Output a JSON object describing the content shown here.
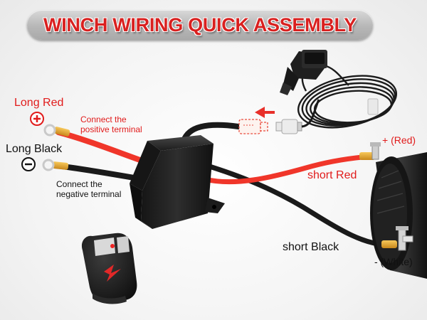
{
  "title": "WINCH WIRING QUICK ASSEMBLY",
  "labels": {
    "long_red": "Long Red",
    "long_black": "Long Black",
    "connect_positive_line1": "Connect the",
    "connect_positive_line2": "positive terminal",
    "connect_negative_line1": "Connect the",
    "connect_negative_line2": "negative terminal",
    "short_red": "short Red",
    "short_black": "short Black",
    "plus_red": "+ (Red)",
    "minus_white": "- (White)"
  },
  "symbols": {
    "positive": "+",
    "negative": "−"
  },
  "colors": {
    "title": "#d9201f",
    "label_red": "#e11b1b",
    "red_wire": "#f0362a",
    "black_wire": "#1a1a1a",
    "connector_dashed": "#e94b3c",
    "arrow": "#e8302a",
    "terminal_brass": "#e2a431"
  },
  "icons": [
    "positive-terminal-icon",
    "negative-terminal-icon",
    "direction-arrow-icon"
  ]
}
